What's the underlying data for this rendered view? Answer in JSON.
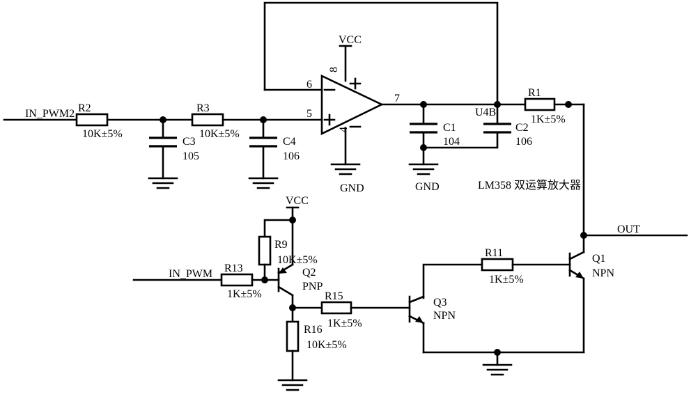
{
  "nets": {
    "in_pwm_top": "IN_PWM2",
    "in_pwm_bottom": "IN_PWM",
    "vcc_opamp": "VCC",
    "vcc_q2": "VCC",
    "gnd_opamp": "GND",
    "gnd_c1": "GND",
    "out": "OUT"
  },
  "opamp": {
    "ref": "U4B",
    "description": "LM358 双运算放大器",
    "pins": {
      "inv": "6",
      "noninv": "5",
      "out": "7",
      "vcc": "8",
      "gnd": "4"
    }
  },
  "components": {
    "R2": {
      "ref": "R2",
      "value": "10K±5%"
    },
    "R3": {
      "ref": "R3",
      "value": "10K±5%"
    },
    "C3": {
      "ref": "C3",
      "value": "105"
    },
    "C4": {
      "ref": "C4",
      "value": "106"
    },
    "C1": {
      "ref": "C1",
      "value": "104"
    },
    "C2": {
      "ref": "C2",
      "value": "106"
    },
    "R1": {
      "ref": "R1",
      "value": "1K±5%"
    },
    "R9": {
      "ref": "R9",
      "value": "10K±5%"
    },
    "R13": {
      "ref": "R13",
      "value": "1K±5%"
    },
    "R15": {
      "ref": "R15",
      "value": "1K±5%"
    },
    "R16": {
      "ref": "R16",
      "value": "10K±5%"
    },
    "R11": {
      "ref": "R11",
      "value": "1K±5%"
    },
    "Q1": {
      "ref": "Q1",
      "type": "NPN"
    },
    "Q2": {
      "ref": "Q2",
      "type": "PNP"
    },
    "Q3": {
      "ref": "Q3",
      "type": "NPN"
    }
  }
}
